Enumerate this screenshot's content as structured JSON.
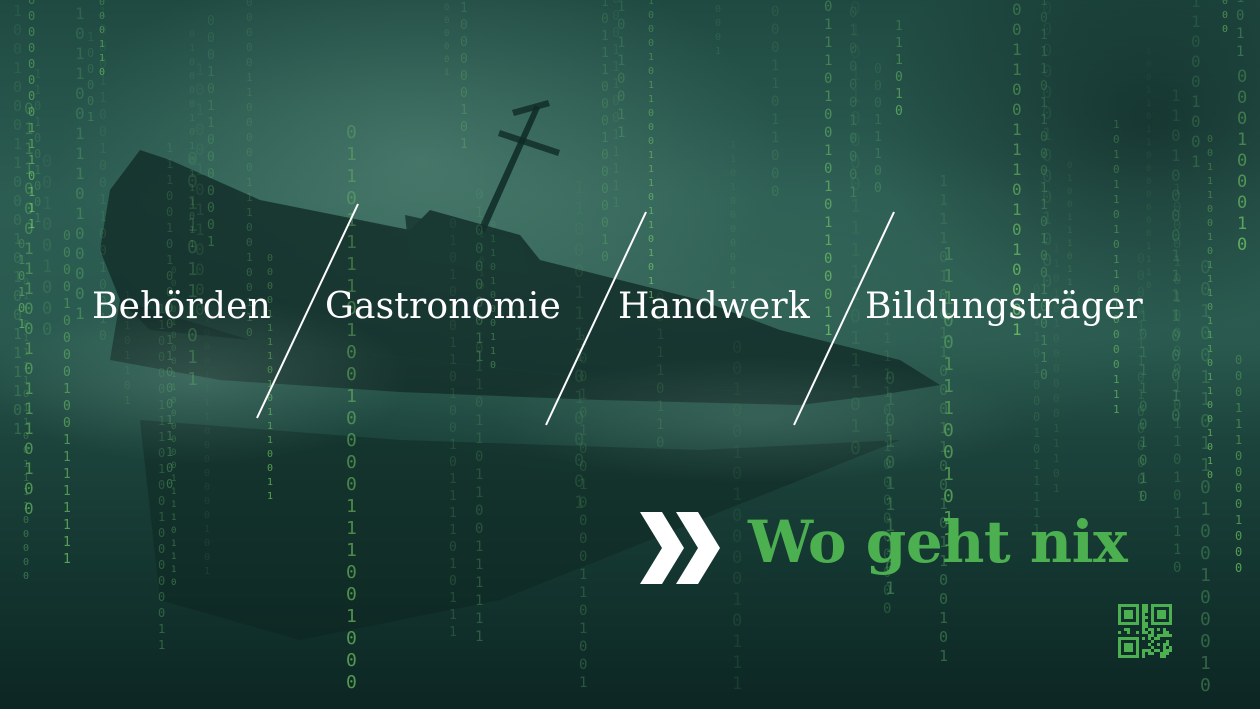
{
  "categories": [
    "Behörden",
    "Gastronomie",
    "Handwerk",
    "Bildungsträger"
  ],
  "tagline": "Wo geht nix",
  "icons": {
    "arrow": "double-chevron-right-icon",
    "qr": "qr-code-icon"
  },
  "colors": {
    "accent_green": "#4caf50",
    "text_white": "#ffffff",
    "background_teal": "#1f4a42"
  }
}
